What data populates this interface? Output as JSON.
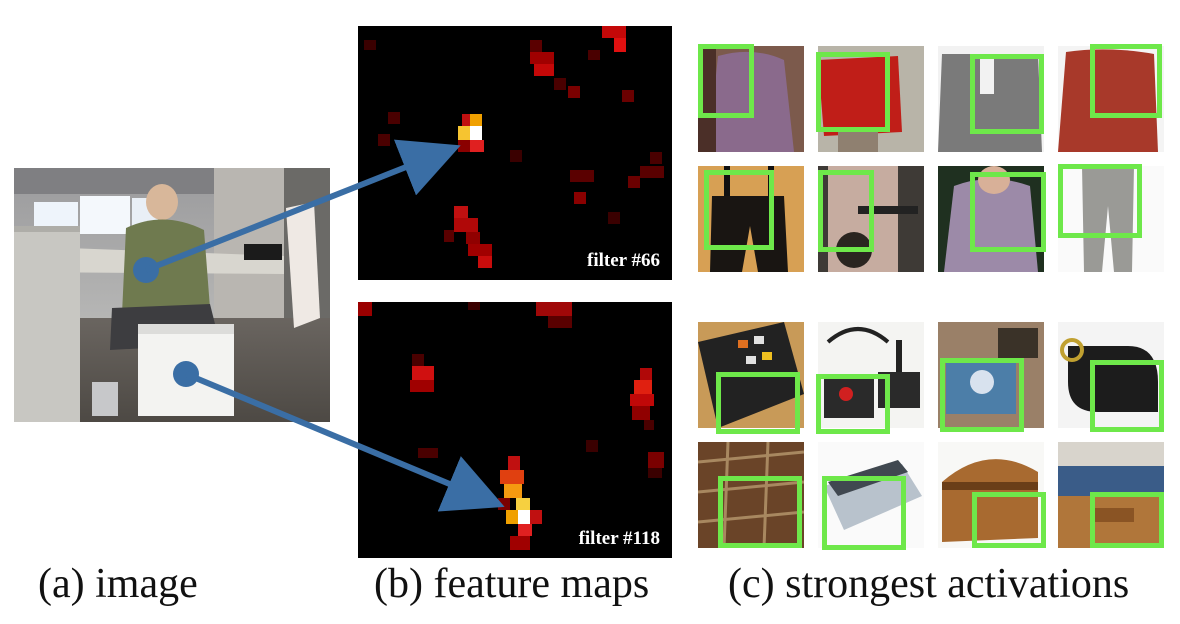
{
  "captions": {
    "a": "(a) image",
    "b": "(b) feature maps",
    "c": "(c) strongest activations"
  },
  "feature_maps": [
    {
      "label": "filter #66"
    },
    {
      "label": "filter #118"
    }
  ],
  "colors": {
    "arrow": "#3a6ea5",
    "box": "#6ee84a",
    "map_background": "#000000"
  }
}
